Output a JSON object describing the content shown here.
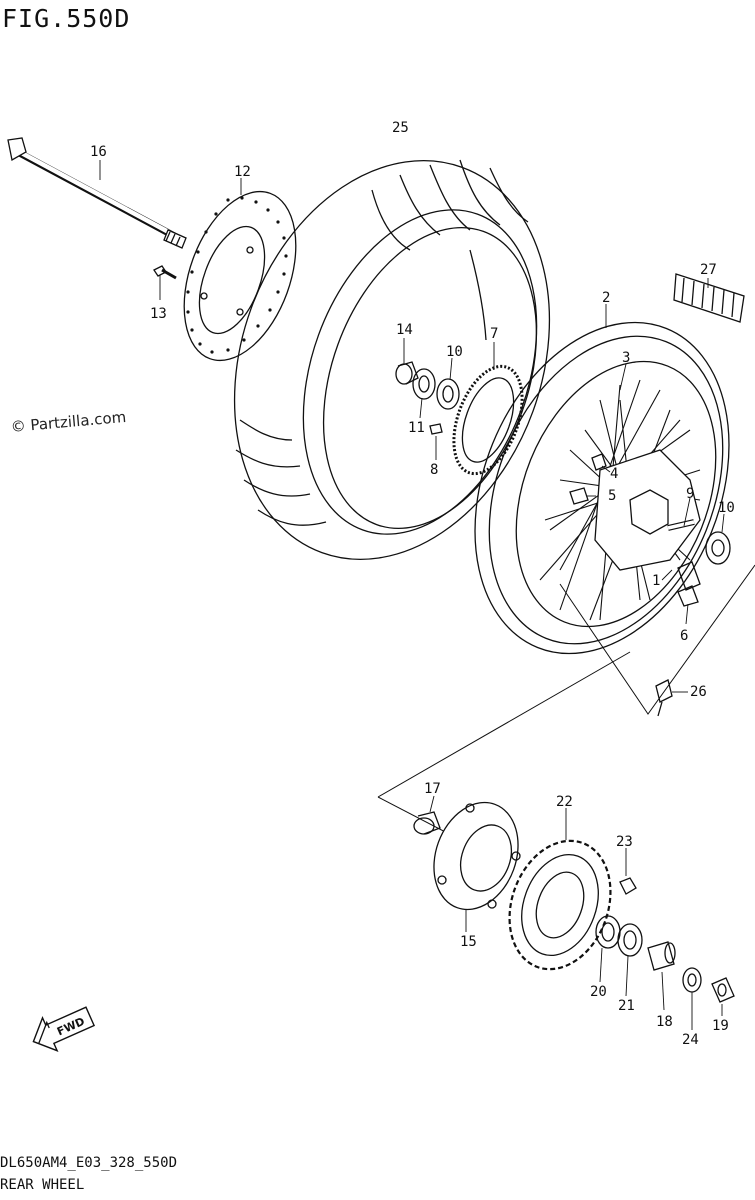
{
  "figure": {
    "title": "FIG.550D",
    "code": "DL650AM4_E03_328_550D",
    "caption": "REAR WHEEL",
    "watermark": "© Partzilla.com",
    "fwd": "FWD"
  },
  "parts": [
    {
      "ref": "1"
    },
    {
      "ref": "2"
    },
    {
      "ref": "3"
    },
    {
      "ref": "4"
    },
    {
      "ref": "5"
    },
    {
      "ref": "6"
    },
    {
      "ref": "7"
    },
    {
      "ref": "8"
    },
    {
      "ref": "9"
    },
    {
      "ref": "10"
    },
    {
      "ref": "10"
    },
    {
      "ref": "11"
    },
    {
      "ref": "12"
    },
    {
      "ref": "13"
    },
    {
      "ref": "14"
    },
    {
      "ref": "15"
    },
    {
      "ref": "16"
    },
    {
      "ref": "17"
    },
    {
      "ref": "18"
    },
    {
      "ref": "19"
    },
    {
      "ref": "20"
    },
    {
      "ref": "21"
    },
    {
      "ref": "22"
    },
    {
      "ref": "23"
    },
    {
      "ref": "24"
    },
    {
      "ref": "25"
    },
    {
      "ref": "26"
    },
    {
      "ref": "27"
    }
  ]
}
